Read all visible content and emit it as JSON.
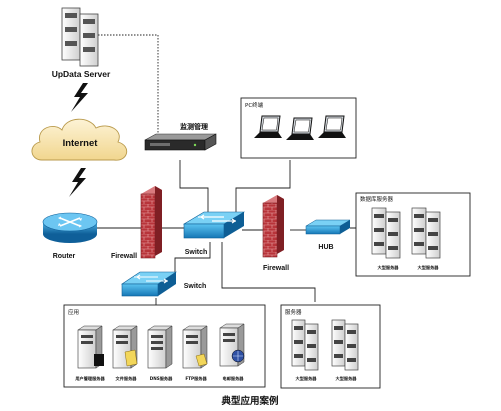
{
  "updata_server": "UpData Server",
  "internet": "Internet",
  "router": "Router",
  "firewall_left": "Firewall",
  "firewall_right": "Firewall",
  "switch_main": "Switch",
  "switch_lower": "Switch",
  "hub": "HUB",
  "network_mgmt": "监测管理",
  "pc_box_title": "PC终端",
  "db_box_title": "数据库服务器",
  "db_servers": [
    "大型服务器",
    "大型服务器"
  ],
  "app_box_title": "应用",
  "app_servers": [
    "用户管理服务器",
    "文件服务器",
    "DNS服务器",
    "FTP服务器",
    "电邮服务器"
  ],
  "server_box_title": "服务器",
  "servers": [
    "大型服务器",
    "大型服务器"
  ],
  "caption": "典型应用案例",
  "colors": {
    "switch_blue": "#1b8fcf",
    "firewall_red": "#b8343a",
    "cloud_fill": "#f8e7b6",
    "bolt": "#111111"
  }
}
